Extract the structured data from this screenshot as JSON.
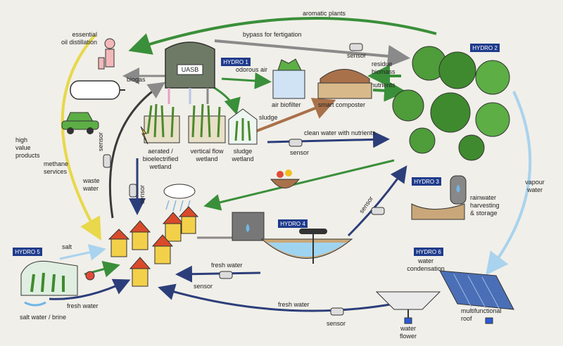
{
  "colors": {
    "background": "#f1efe9",
    "navy_arrow": "#2c3e7a",
    "green_arrow": "#3a8f3a",
    "gray_arrow": "#8a8a8a",
    "yellow_arrow": "#e8d84a",
    "light_blue_arrow": "#a9d3ee",
    "brown_arrow": "#a9714a",
    "hydro_badge": "#1f3b8c"
  },
  "hydro_badges": [
    "HYDRO 1",
    "HYDRO 2",
    "HYDRO 3",
    "HYDRO 4",
    "HYDRO 5",
    "HYDRO 6"
  ],
  "components": {
    "uasb": "UASB",
    "oil": "essential\noil distillation",
    "aerated": "aerated /\nbioelectrified\nwetland",
    "vertical": "vertical flow\nwetland",
    "sludge_wetland": "sludge\nwetland",
    "air_biofilter": "air biofilter",
    "smart_composter": "smart composter",
    "rainwater": "rainwater\nharvesting\n& storage",
    "salt_water": "salt water / brine",
    "water_flower": "water\nflower",
    "roof": "multifunctional\nroof"
  },
  "flows": {
    "aromatic_plants": "aromatic plants",
    "bypass": "bypass for fertigation",
    "biogas": "biogas",
    "residue_biomass": "residue\nbiomass",
    "odorous_air": "odorous air",
    "nutrients": "nutrients",
    "sludge": "sludge",
    "clean_water": "clean water with nutrients",
    "high_value": "high\nvalue\nproducts",
    "methane": "methane\nservices",
    "waste_water": "waste\nwater",
    "vapour": "vapour\nwater",
    "salt": "salt",
    "fresh_water_hydro4": "fresh water",
    "fresh_water_hydro5": "fresh water",
    "fresh_water_bottom": "fresh water",
    "water_condensation": "water\ncondensation"
  },
  "sensor_label": "sensor"
}
